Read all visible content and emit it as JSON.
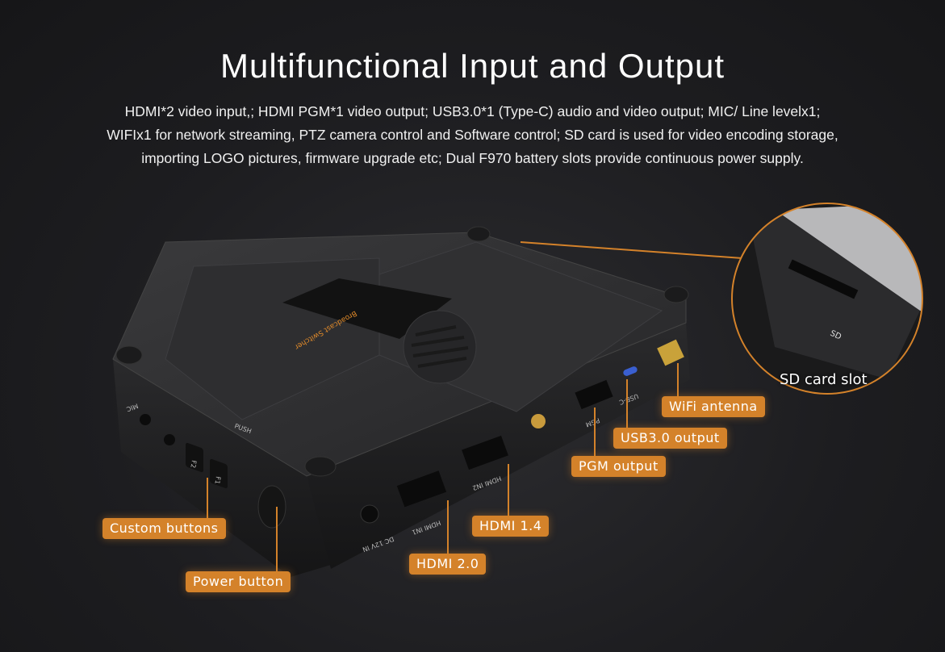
{
  "title": "Multifunctional Input and Output",
  "description": [
    "HDMI*2 video input,; HDMI PGM*1 video output; USB3.0*1 (Type-C) audio and video output; MIC/ Line levelx1;",
    "WIFIx1 for network streaming, PTZ camera control and Software control; SD card is used for video encoding storage,",
    "importing LOGO pictures, firmware upgrade etc; Dual F970 battery slots provide continuous power supply."
  ],
  "callouts": {
    "custom_buttons": "Custom buttons",
    "power_button": "Power button",
    "hdmi_20": "HDMI 2.0",
    "hdmi_14": "HDMI 1.4",
    "pgm_output": "PGM output",
    "usb_output": "USB3.0 output",
    "wifi_antenna": "WiFi antenna",
    "sd_card_slot": "SD card slot"
  },
  "device_labels": {
    "mic": "MIC",
    "push": "PUSH",
    "f1": "F1",
    "f2": "F2",
    "dc_in": "DC 12V IN",
    "hdmi_in1": "HDMI IN1",
    "hdmi_in2": "HDMI IN2",
    "pgm": "PGM",
    "usb_c": "USB-C",
    "sd": "SD"
  },
  "colors": {
    "accent": "#d4822a",
    "background": "#1d1d20"
  }
}
